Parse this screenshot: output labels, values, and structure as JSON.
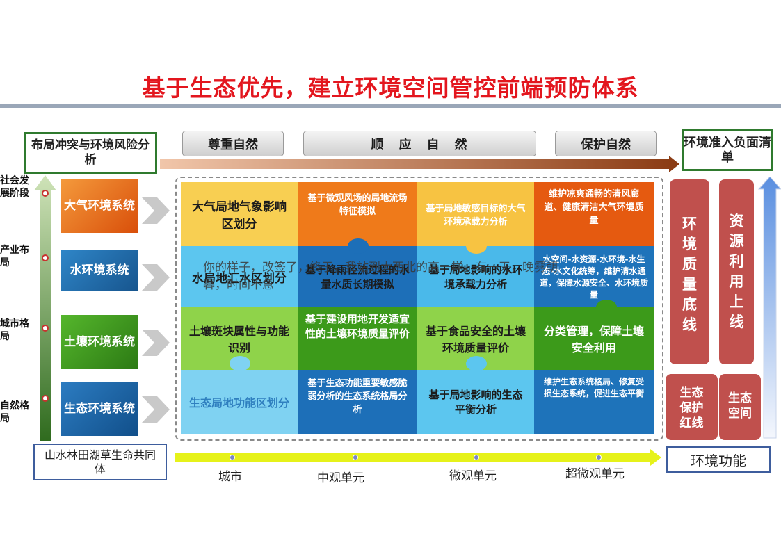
{
  "title": "基于生态优先，建立环境空间管控前端预防体系",
  "left_header": "布局冲突与环境风险分析",
  "right_header": "环境准入负面清单",
  "stages": [
    "尊重自然",
    "顺　应　自　然",
    "保护自然"
  ],
  "side_labels": [
    "社会发展阶段",
    "产业布局",
    "城市格局",
    "自然格局"
  ],
  "systems": [
    {
      "label": "大气环境系统",
      "color": "#e8620e"
    },
    {
      "label": "水环境系统",
      "color": "#1f6fae"
    },
    {
      "label": "土壤环境系统",
      "color": "#3e9a1f"
    },
    {
      "label": "生态环境系统",
      "color": "#1e66a8"
    }
  ],
  "grid": [
    [
      "大气局地气象影响区划分",
      "基于微观风场的局地流场特征模拟",
      "基于局地敏感目标的大气环境承载力分析",
      "维护凉爽通畅的清风廊道、健康清洁大气环境质量"
    ],
    [
      "水局地汇水区划分",
      "基于降雨径流过程的水量水质长期模拟",
      "基于局地影响的水环境承载力分析",
      "水空间-水资源-水环境-水生态-水文化统筹，维护清水通道，保障水源安全、水环境质量"
    ],
    [
      "土壤斑块属性与功能识别",
      "基于建设用地开发适宜性的土壤环境质量评价",
      "基于食品安全的土壤环境质量评价",
      "分类管理，保障土壤安全利用"
    ],
    [
      "生态局地功能区划分",
      "基于生态功能重要敏感脆弱分析的生态系统格局分析",
      "基于局地影响的生态平衡分析",
      "维护生态系统格局、修复受损生态系统，促进生态平衡"
    ]
  ],
  "overlay_text": "你的样子，改签了，终于，我站到大西北的高一样，有一天，晚雾朝暮，时间不急",
  "bottom_left": "山水林田湖草生命共同体",
  "bottom_right": "环境功能",
  "scale": [
    "城市",
    "中观单元",
    "微观单元",
    "超微观单元"
  ],
  "right_columns": {
    "quality": "环境质量底线",
    "resource": "资源利用上线",
    "eco_red": "生态保护红线",
    "eco_space": "生态空间"
  }
}
